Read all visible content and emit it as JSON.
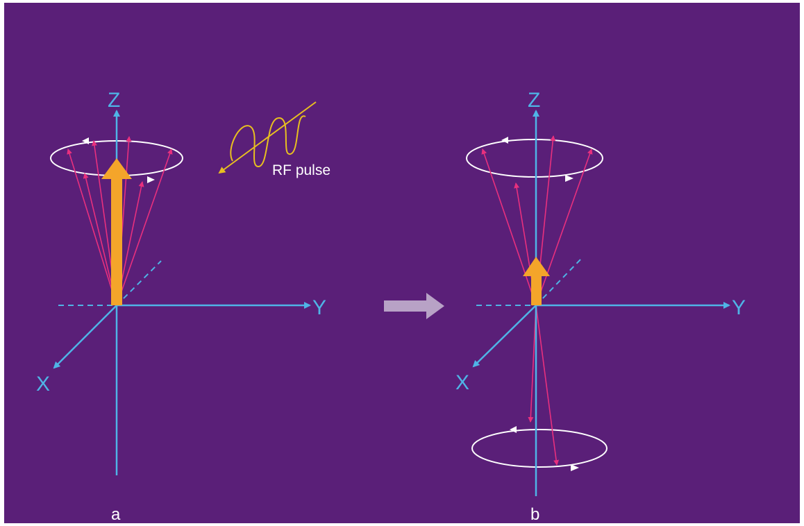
{
  "diagram": {
    "axis_labels": {
      "z": "Z",
      "y": "Y",
      "x": "X"
    },
    "rf_pulse_label": "RF pulse",
    "panel_labels": {
      "a": "a",
      "b": "b"
    }
  },
  "colors": {
    "background": "#5a1f78",
    "axis": "#4fb4e6",
    "net_magnetization": "#f4a52a",
    "spin_vectors": "#e8307e",
    "precession_path": "#ffffff",
    "rf_wave": "#e8c020",
    "transition_arrow": "#b8a2c6"
  }
}
